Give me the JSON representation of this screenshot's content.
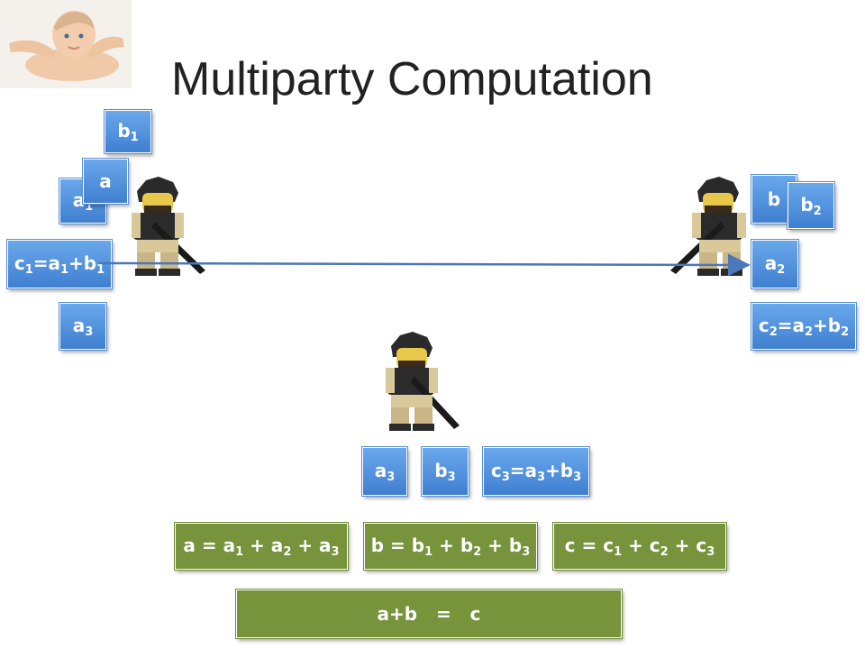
{
  "slide": {
    "title": "Multiparty Computation"
  },
  "shares": {
    "p1_b1": "b1",
    "p1_a": "a",
    "p1_a1": "a1",
    "p1_c1": "c1=a1+b1",
    "p1_a3": "a3",
    "p2_b": "b",
    "p2_b2": "b2",
    "p2_a2": "a2",
    "p2_c2": "c2=a2+b2",
    "p3_a3": "a3",
    "p3_b3": "b3",
    "p3_c3": "c3=a3+b3"
  },
  "formulas": {
    "a_sum": "a = a1 + a2 + a3",
    "b_sum": "b = b1 + b2 + b3",
    "c_sum": "c = c1 + c2 + c3",
    "result": "a+b   =   c"
  },
  "colors": {
    "share_blue": "#4f8fe0",
    "formula_green": "#77933c",
    "arrow": "#4a78b8"
  },
  "icons": [
    "baby-image",
    "soldier-figure-left",
    "soldier-figure-right",
    "soldier-figure-bottom"
  ]
}
